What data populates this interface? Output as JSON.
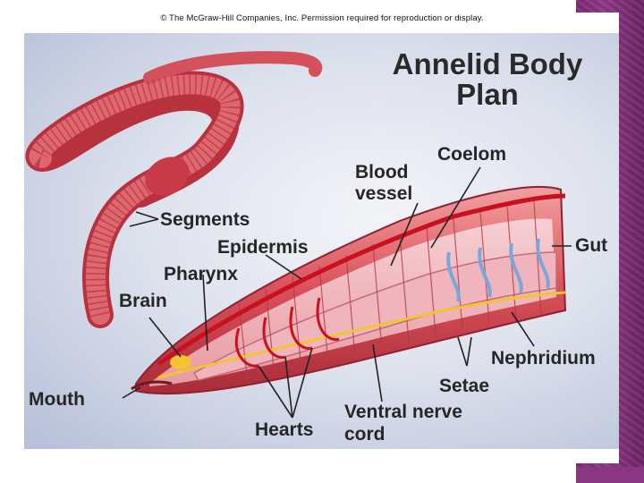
{
  "copyright": "© The McGraw-Hill Companies, Inc. Permission required for reproduction or display.",
  "title": "Annelid Body Plan",
  "labels": {
    "coelom": "Coelom",
    "blood_vessel_line1": "Blood",
    "blood_vessel_line2": "vessel",
    "segments": "Segments",
    "epidermis": "Epidermis",
    "pharynx": "Pharynx",
    "brain": "Brain",
    "gut": "Gut",
    "mouth": "Mouth",
    "nephridium": "Nephridium",
    "setae": "Setae",
    "ventral_nerve_cord_line1": "Ventral nerve",
    "ventral_nerve_cord_line2": "cord",
    "hearts": "Hearts"
  },
  "colors": {
    "worm_body": "#d9505a",
    "worm_light": "#f08c8c",
    "blood_vessel": "#cc1020",
    "nerve": "#f2c430",
    "nephridium": "#7aa6d8",
    "frame_purple": "#8e3a86",
    "background": "#dfe3ee"
  }
}
